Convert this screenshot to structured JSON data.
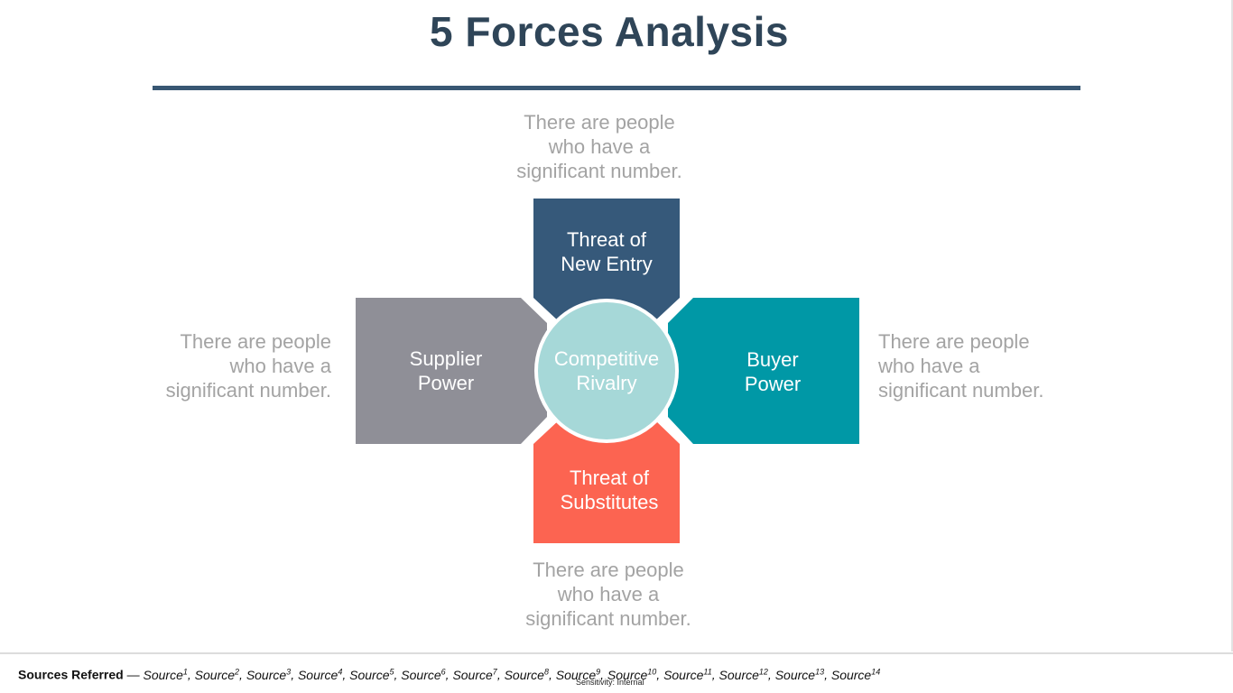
{
  "header": {
    "title": "5 Forces Analysis"
  },
  "colors": {
    "title": "#2f4558",
    "rule": "#385773",
    "new_entry": "#36597a",
    "buyer": "#0098a6",
    "substitutes": "#fc6451",
    "supplier": "#8f8f97",
    "rivalry": "#a6d8d8",
    "description": "#a3a3a3"
  },
  "forces": {
    "top": {
      "label_line1": "Threat of",
      "label_line2": "New Entry"
    },
    "bottom": {
      "label_line1": "Threat of",
      "label_line2": "Substitutes"
    },
    "left": {
      "label_line1": "Supplier",
      "label_line2": "Power"
    },
    "right": {
      "label_line1": "Buyer",
      "label_line2": "Power"
    },
    "center": {
      "label_line1": "Competitive",
      "label_line2": "Rivalry"
    }
  },
  "descriptions": {
    "top": {
      "line1": "There are people",
      "line2": "who have a",
      "line3": "significant number."
    },
    "bottom": {
      "line1": "There are people",
      "line2": "who have a",
      "line3": "significant number."
    },
    "left": {
      "line1": "There are people",
      "line2": "who have a",
      "line3": "significant number."
    },
    "right": {
      "line1": "There are people",
      "line2": "who have a",
      "line3": "significant number."
    }
  },
  "footer": {
    "sources_label": "Sources Referred",
    "separator": " — ",
    "source_word": "Source",
    "source_numbers": [
      "1",
      "2",
      "3",
      "4",
      "5",
      "6",
      "7",
      "8",
      "9",
      "10",
      "11",
      "12",
      "13",
      "14"
    ],
    "sensitivity": "Sensitivity: Internal"
  }
}
